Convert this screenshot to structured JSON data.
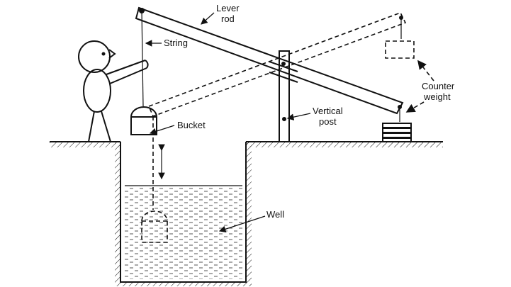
{
  "labels": {
    "lever_line1": "Lever",
    "lever_line2": "rod",
    "string": "String",
    "bucket": "Bucket",
    "vertical_line1": "Vertical",
    "vertical_line2": "post",
    "counter_line1": "Counter",
    "counter_line2": "weight",
    "well": "Well"
  },
  "colors": {
    "ink": "#111111",
    "background": "#ffffff"
  }
}
